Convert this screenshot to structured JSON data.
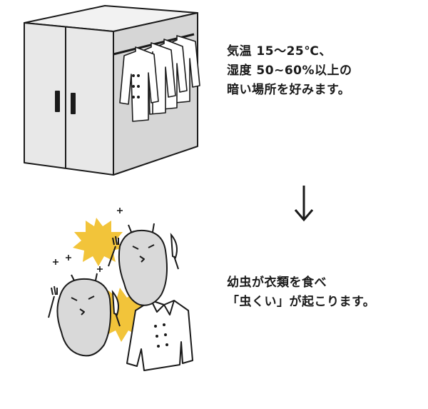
{
  "captions": {
    "conditions": {
      "lines": [
        "気温 15〜25℃、",
        "湿度 50~60%以上の",
        "暗い場所を好みます。"
      ]
    },
    "damage": {
      "lines": [
        "幼虫が衣類を食べ",
        "「虫くい」が起こります。"
      ]
    }
  },
  "colors": {
    "ink": "#1a1a1a",
    "closet_front": "#e8e8e8",
    "closet_top": "#f2f2f2",
    "closet_inside": "#d6d6d6",
    "burst": "#f2c43a",
    "larva_body": "#d9d9d9"
  },
  "icons": [
    "closet",
    "hanging-clothes",
    "down-arrow",
    "larva",
    "fork",
    "knife",
    "coat",
    "burst"
  ]
}
